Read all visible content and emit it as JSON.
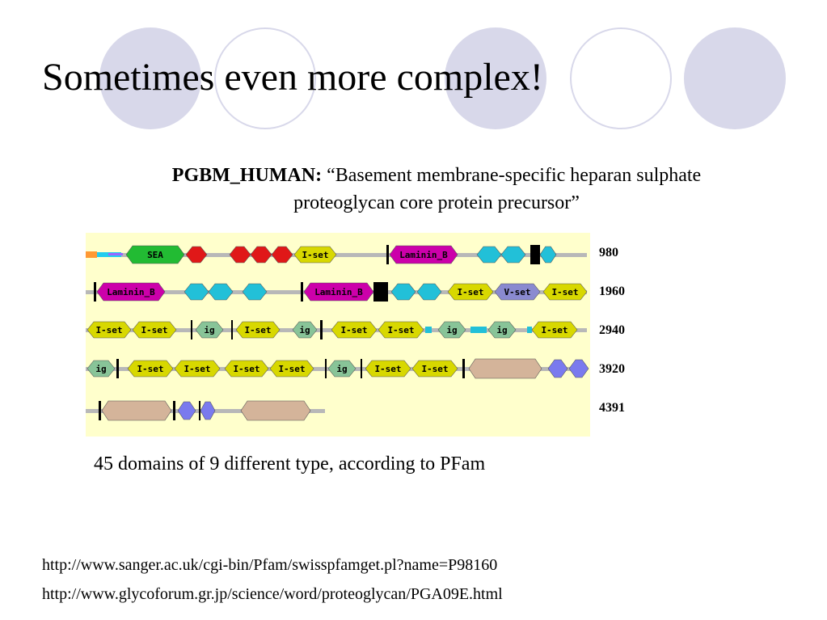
{
  "slide": {
    "title": "Sometimes even more complex!",
    "protein_id": "PGBM_HUMAN:",
    "description_line1": "“Basement membrane-specific heparan sulphate",
    "description_line2": "proteoglycan core protein precursor”",
    "caption": "45 domains of 9 different type, according to PFam",
    "links": [
      "http://www.sanger.ac.uk/cgi-bin/Pfam/swisspfamget.pl?name=P98160",
      "http://www.glycoforum.gr.jp/science/word/proteoglycan/PGA09E.html"
    ]
  },
  "domain_map": {
    "row_end_residues": [
      "980",
      "1960",
      "2940",
      "3920",
      "4391"
    ],
    "colors": {
      "backbone": "#b8b8b8",
      "SEA": "#22bb33",
      "red": "#e01818",
      "I-set": "#d8d800",
      "Laminin_B": "#cc00aa",
      "cyan": "#22c0d8",
      "V-set": "#8a8ad0",
      "ig": "#88c498",
      "tan": "#d4b49a",
      "purple": "#7a7aee",
      "marker": "#000000"
    },
    "label_text": {
      "SEA": "SEA",
      "I-set": "I-set",
      "Laminin_B": "Laminin_B",
      "V-set": "V-set",
      "ig": "ig"
    }
  }
}
